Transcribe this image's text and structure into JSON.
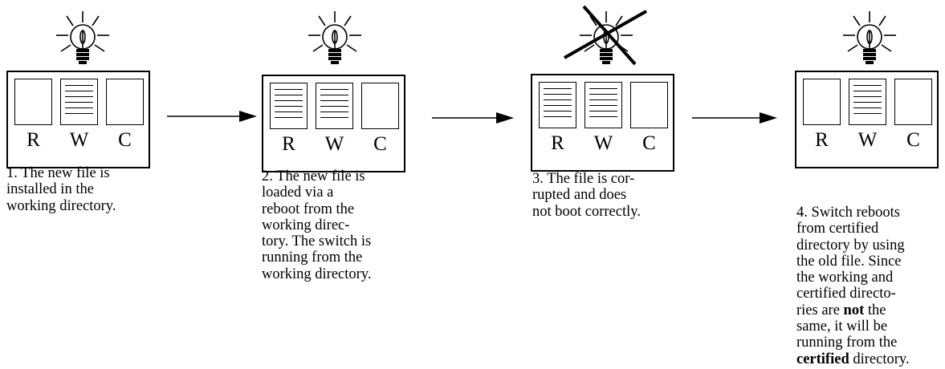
{
  "slot_labels": [
    "R",
    "W",
    "C"
  ],
  "stages": [
    {
      "caption_lines": [
        "1. The new file is",
        "installed in the",
        "working directory."
      ],
      "bulb": "lit-bulb-icon",
      "files": [
        false,
        true,
        false
      ]
    },
    {
      "caption_lines": [
        "2. The new file is",
        "loaded via a",
        "reboot from the",
        "working direc-",
        "tory. The switch is",
        "running from the",
        "working directory."
      ],
      "bulb": "lit-bulb-icon",
      "files": [
        true,
        true,
        false
      ]
    },
    {
      "caption_lines": [
        "3. The file is cor-",
        "rupted and does",
        "not boot correctly."
      ],
      "bulb": "failed-bulb-icon",
      "files": [
        true,
        true,
        false
      ]
    },
    {
      "caption_lines": [
        "4. Switch reboots",
        "from certified",
        "directory by using",
        "the old file. Since",
        "the working and",
        "certified directo-",
        "ries are ",
        "same, it will be",
        "running from the",
        " directory."
      ],
      "caption_bold": {
        "line7": "not",
        "line7_after": " the",
        "line10": "certified"
      },
      "bulb": "lit-bulb-icon",
      "files": [
        false,
        true,
        false
      ]
    }
  ],
  "colors": {
    "stroke": "#000000",
    "background": "#ffffff"
  }
}
